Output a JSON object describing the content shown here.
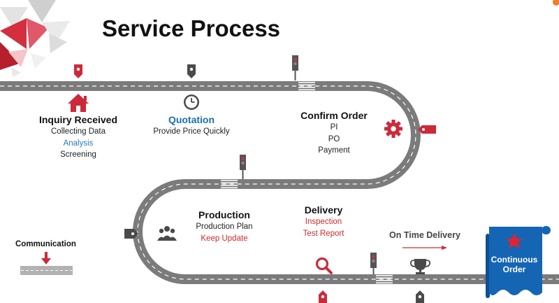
{
  "title": "Service Process",
  "stages": {
    "inquiry": {
      "head": "Inquiry Received",
      "lines": [
        "Collecting Data",
        "Analysis",
        "Screening"
      ]
    },
    "quotation": {
      "head": "Quotation",
      "lines": [
        "Provide Price Quickly"
      ]
    },
    "confirm": {
      "head": "Confirm Order",
      "lines": [
        "PI",
        "PO",
        "Payment"
      ]
    },
    "production": {
      "head": "Production",
      "lines": [
        "Production Plan",
        "Keep Update"
      ]
    },
    "delivery": {
      "head": "Delivery",
      "lines": [
        "Inspection",
        "Test Report"
      ]
    }
  },
  "communication": "Communication",
  "on_time_delivery": "On Time Delivery",
  "continuous_order": {
    "line1": "Continuous",
    "line2": "Order"
  },
  "colors": {
    "accent_red": "#cc2a3a",
    "road": "#7b7b7b",
    "blue_banner": "#1565b5",
    "heading_blue": "#1a6fb0"
  },
  "icons": [
    "house-icon",
    "clock-icon",
    "gear-icon",
    "people-icon",
    "search-icon",
    "trophy-icon",
    "star-icon",
    "traffic-light-icon",
    "map-pin-icon",
    "tag-icon",
    "arrow-down-icon"
  ]
}
